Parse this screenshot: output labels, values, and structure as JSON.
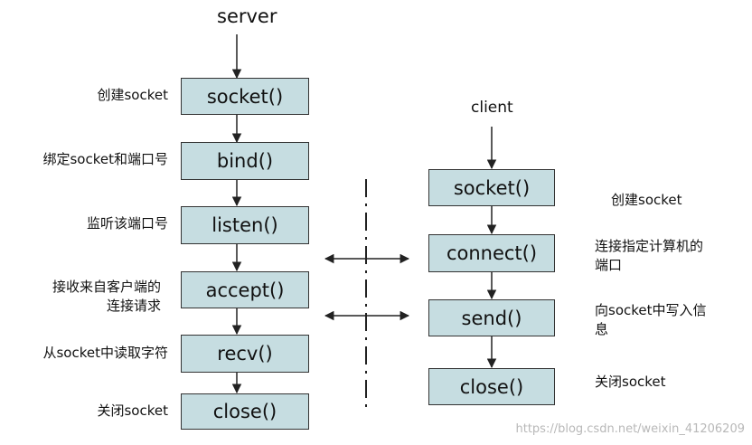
{
  "server": {
    "header": "server",
    "steps": [
      {
        "call": "socket()",
        "note": [
          "创建socket"
        ]
      },
      {
        "call": "bind()",
        "note": [
          "绑定socket和端口号"
        ]
      },
      {
        "call": "listen()",
        "note": [
          "监听该端口号"
        ]
      },
      {
        "call": "accept()",
        "note": [
          "接收来自客户端的",
          "连接请求"
        ]
      },
      {
        "call": "recv()",
        "note": [
          "从socket中读取字符"
        ]
      },
      {
        "call": "close()",
        "note": [
          "关闭socket"
        ]
      }
    ]
  },
  "client": {
    "header": "client",
    "steps": [
      {
        "call": "socket()",
        "note": [
          "创建socket"
        ]
      },
      {
        "call": "connect()",
        "note": [
          "连接指定计算机的",
          "端口"
        ]
      },
      {
        "call": "send()",
        "note": [
          "向socket中写入信",
          "息"
        ]
      },
      {
        "call": "close()",
        "note": [
          "关闭socket"
        ]
      }
    ]
  },
  "watermark": "https://blog.csdn.net/weixin_41206209",
  "colors": {
    "box_fill": "#c6dde1",
    "line": "#222222"
  }
}
